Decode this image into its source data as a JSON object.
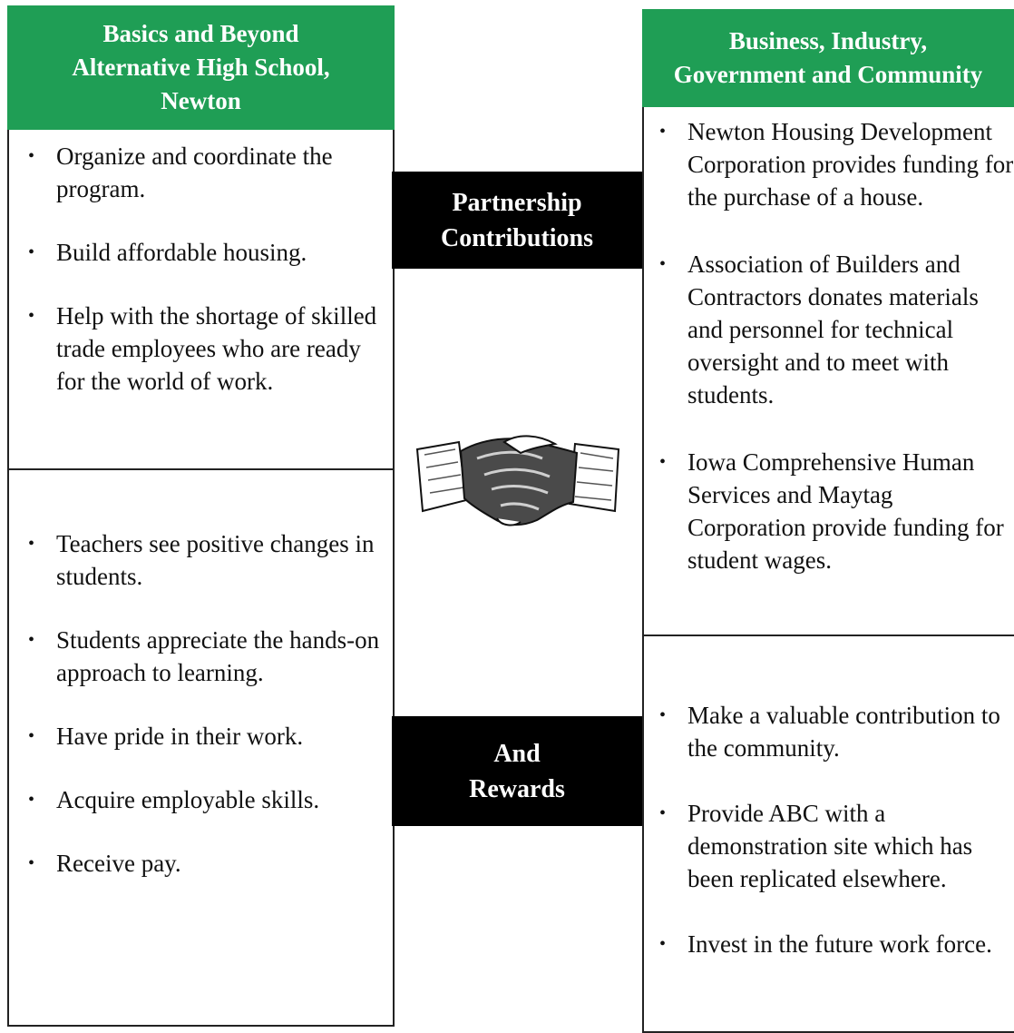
{
  "left_header": {
    "lines": [
      "Basics and Beyond",
      "Alternative High School,",
      "Newton"
    ]
  },
  "right_header": {
    "lines": [
      "Business, Industry,",
      "Government and Community"
    ]
  },
  "center": {
    "contributions_lines": [
      "Partnership",
      "Contributions"
    ],
    "rewards_lines": [
      "And",
      "Rewards"
    ]
  },
  "left": {
    "contributions": [
      "Organize and coordinate the program.",
      "Build affordable housing.",
      "Help with the shortage of skilled trade employees who are ready for the world of work."
    ],
    "rewards": [
      "Teachers see positive changes in students.",
      "Students appreciate the hands-on approach to learning.",
      "Have pride in their work.",
      "Acquire employable skills.",
      "Receive pay."
    ]
  },
  "right": {
    "contributions": [
      "Newton Housing Development Corporation provides funding for the purchase of a house.",
      "Association of Builders and Contractors donates materials and personnel for technical oversight and to meet with students.",
      "Iowa Comprehensive Human Services and Maytag Corporation provide funding for student wages."
    ],
    "rewards": [
      "Make a valuable contribution to the community.",
      "Provide ABC with a demonstration site which has been replicated elsewhere.",
      "Invest in the future work force."
    ]
  },
  "bullet": "•",
  "colors": {
    "header_green": "#1f9e55",
    "center_black": "#000000"
  },
  "icons": {
    "handshake": "handshake-icon"
  }
}
